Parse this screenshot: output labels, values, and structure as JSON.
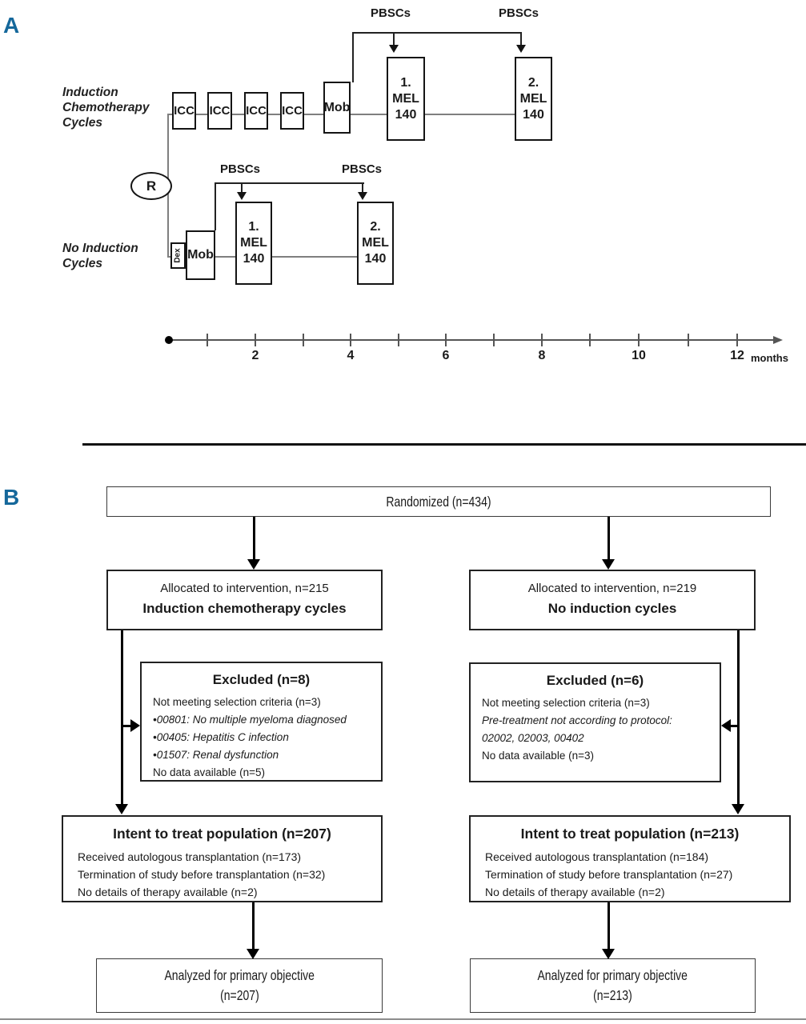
{
  "colors": {
    "panel_label": "#15689b"
  },
  "panel_a": {
    "label": "A",
    "induction_row_label": "Induction\nChemotherapy\nCycles",
    "no_induction_row_label": "No Induction\nCycles",
    "icc_labels": [
      "ICC",
      "ICC",
      "ICC",
      "ICC"
    ],
    "mob_label": "Mob",
    "dex_label": "Dex",
    "randomization_label": "R",
    "pbscs_label": "PBSCs",
    "mel1_label": "1.\nMEL\n140",
    "mel2_label": "2.\nMEL\n140",
    "timeline": {
      "tick_labels": [
        "2",
        "4",
        "6",
        "8",
        "10",
        "12"
      ],
      "unit": "months"
    }
  },
  "panel_b": {
    "label": "B",
    "randomized": "Randomized (n=434)",
    "left": {
      "allocated_line1": "Allocated to intervention, n=215",
      "allocated_line2": "Induction chemotherapy cycles",
      "excluded_title": "Excluded  (n=8)",
      "excluded_lines": [
        "Not meeting selection criteria (n=3)",
        "•00801: No multiple myeloma diagnosed",
        "•00405: Hepatitis C infection",
        "•01507: Renal dysfunction",
        "No data available (n=5)"
      ],
      "itt_title": "Intent to treat population (n=207)",
      "itt_lines": [
        "Received autologous transplantation (n=173)",
        "Termination of study  before transplantation (n=32)",
        "No details of therapy available (n=2)"
      ],
      "analyzed_line1": "Analyzed for primary objective",
      "analyzed_line2": "(n=207)"
    },
    "right": {
      "allocated_line1": "Allocated to intervention, n=219",
      "allocated_line2": "No induction cycles",
      "excluded_title": "Excluded  (n=6)",
      "excluded_lines": [
        "Not meeting selection criteria (n=3)",
        "Pre-treatment not according to protocol:",
        "02002, 02003, 00402",
        "No data available (n=3)"
      ],
      "itt_title": "Intent to treat population (n=213)",
      "itt_lines": [
        "Received autologous transplantation (n=184)",
        "Termination of study  before transplantation (n=27)",
        "No details of therapy available (n=2)"
      ],
      "analyzed_line1": "Analyzed for primary objective",
      "analyzed_line2": "(n=213)"
    }
  }
}
